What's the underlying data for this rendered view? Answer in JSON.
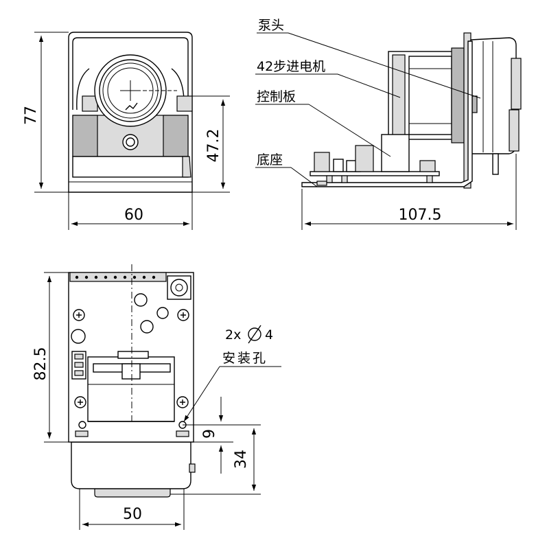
{
  "dimensions": {
    "front_height": "77",
    "front_width": "60",
    "front_shaft_height": "47.2",
    "side_length": "107.5",
    "bottom_height": "82.5",
    "bottom_width": "50",
    "hole_offset": "9",
    "hole_distance": "34"
  },
  "callouts": {
    "pump_head": "泵头",
    "stepper_motor": "42步进电机",
    "control_board": "控制板",
    "base": "底座",
    "hole_spec": "2x",
    "hole_diameter": "4",
    "mounting_hole": "安装孔"
  }
}
